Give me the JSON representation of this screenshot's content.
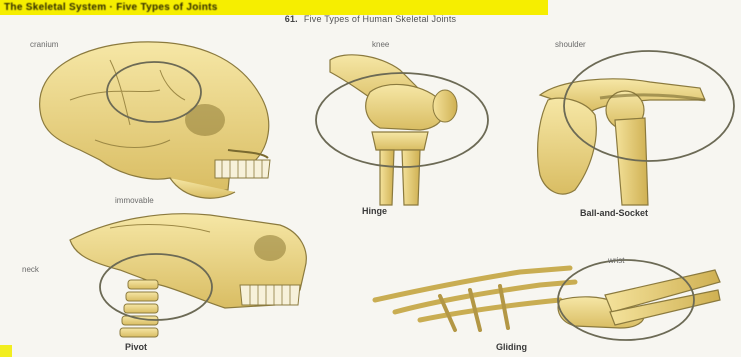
{
  "banner": {
    "text": "The Skeletal System · Five Types of Joints"
  },
  "figure": {
    "number": "61.",
    "title": "Five Types of Human Skeletal Joints"
  },
  "panels": {
    "skull": {
      "callout": "cranium",
      "caption": "immovable"
    },
    "knee": {
      "callout": "knee",
      "caption": "Hinge"
    },
    "shoulder": {
      "callout": "shoulder",
      "caption": "Ball-and-Socket"
    },
    "neck": {
      "callout": "neck",
      "caption": "Pivot"
    },
    "wrist": {
      "callout": "wrist",
      "caption": "Gliding"
    }
  },
  "colors": {
    "bone": "#ecd98b",
    "bone_shadow": "#c9ad52",
    "outline": "#6c6a55",
    "highlight": "#ffffff",
    "banner": "#f6ee00"
  }
}
